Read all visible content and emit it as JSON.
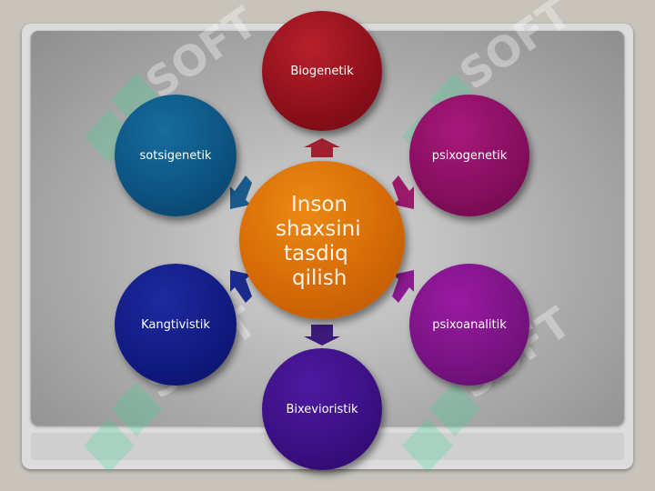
{
  "diagram": {
    "center": {
      "lines": [
        "Inson",
        "shaxsini",
        "tasdiq ",
        "qilish"
      ]
    },
    "nodes": {
      "biogenetik": "Biogenetik",
      "psixogenetik": "psixogenetik",
      "psixoanalitik": "psixoanalitik",
      "bixevioristik": "Bixevioristik",
      "kangtivistik": "Kangtivistik",
      "sotsigenetik": "sotsigenetik"
    }
  },
  "watermark": {
    "text": "SOFT"
  },
  "colors": {
    "biogenetik": "#8c0f1a",
    "psixogenetik": "#850e5e",
    "psixoanalitik": "#781382",
    "bixevioristik": "#3a0f82",
    "kangtivistik": "#101a80",
    "sotsigenetik": "#0c5280",
    "center": "#d56a06"
  }
}
